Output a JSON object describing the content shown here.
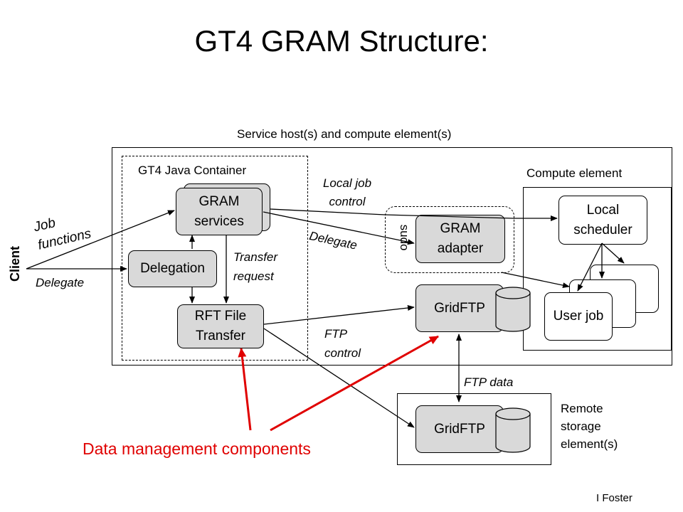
{
  "title": "GT4 GRAM Structure:",
  "service_host_label": "Service host(s) and compute element(s)",
  "container_label": "GT4 Java Container",
  "compute_element_label": "Compute element",
  "client_label": "Client",
  "components": {
    "gram_services": "GRAM services",
    "delegation": "Delegation",
    "rft": "RFT File Transfer",
    "gram_adapter": "GRAM adapter",
    "sudo": "sudo",
    "local_scheduler": "Local scheduler",
    "user_job": "User job",
    "gridftp_host": "GridFTP",
    "gridftp_remote": "GridFTP"
  },
  "edge_labels": {
    "job_functions": "Job functions",
    "delegate_client": "Delegate",
    "local_job_control": "Local job control",
    "delegate_adapter": "Delegate",
    "transfer_request": "Transfer request",
    "ftp_control": "FTP control",
    "ftp_data": "FTP data"
  },
  "remote_storage_label": "Remote storage element(s)",
  "annotation": "Data management components",
  "credit": "I Foster",
  "colors": {
    "component_fill": "#d9d9d9",
    "annotation": "#e00000"
  }
}
